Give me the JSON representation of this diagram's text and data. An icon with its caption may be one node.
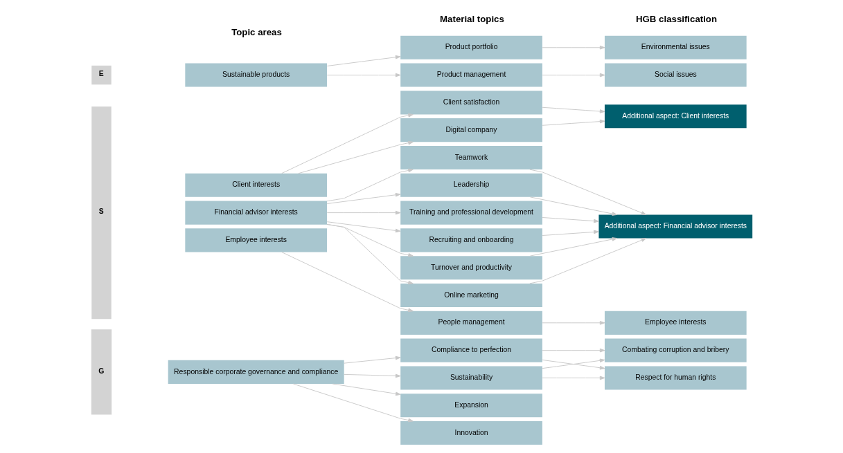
{
  "diagram": {
    "nodes": [
      {
        "text": [
          "E"
        ]
      },
      {
        "text": [
          "S"
        ]
      },
      {
        "text": [
          "G"
        ]
      },
      {
        "text": [
          "Sustainable products"
        ]
      },
      {
        "text": [
          "Client interests"
        ]
      },
      {
        "text": [
          "Financial advisor interests"
        ]
      },
      {
        "text": [
          "Employee interests"
        ]
      },
      {
        "text": [
          "Responsible corporate governance and compliance"
        ]
      },
      {
        "text": [
          "Product portfolio"
        ]
      },
      {
        "text": [
          "Product management"
        ]
      },
      {
        "text": [
          "Client satisfaction"
        ]
      },
      {
        "text": [
          "Digital company"
        ]
      },
      {
        "text": [
          "Teamwork"
        ]
      },
      {
        "text": [
          "Leadership"
        ]
      },
      {
        "text": [
          "Training and professional development"
        ]
      },
      {
        "text": [
          "Recruiting and onboarding"
        ]
      },
      {
        "text": [
          "Turnover and productivity"
        ]
      },
      {
        "text": [
          "Online marketing"
        ]
      },
      {
        "text": [
          "People management"
        ]
      },
      {
        "text": [
          "Compliance to perfection"
        ]
      },
      {
        "text": [
          "Sustainability"
        ]
      },
      {
        "text": [
          "Expansion"
        ]
      },
      {
        "text": [
          "Innovation"
        ]
      },
      {
        "text": [
          "Environmental issues"
        ]
      },
      {
        "text": [
          "Social issues"
        ]
      },
      {
        "text": [
          "Additional aspect: Client interests"
        ]
      },
      {
        "text": [
          "Additional aspect: Financial advisor interests"
        ]
      },
      {
        "text": [
          "Employee interests"
        ]
      },
      {
        "text": [
          "Combating corruption and bribery"
        ]
      },
      {
        "text": [
          "Respect for human rights"
        ]
      }
    ],
    "edges": [
      {
        "from": 3,
        "to": 8,
        "arrow": "to"
      },
      {
        "from": 3,
        "to": 9,
        "arrow": "to"
      },
      {
        "from": 4,
        "to": 10,
        "arrow": "to"
      },
      {
        "from": 4,
        "to": 11,
        "arrow": "to"
      },
      {
        "from": 5,
        "to": 12,
        "arrow": "to"
      },
      {
        "from": 5,
        "to": 13,
        "arrow": "to"
      },
      {
        "from": 5,
        "to": 14,
        "arrow": "to"
      },
      {
        "from": 5,
        "to": 15,
        "arrow": "to"
      },
      {
        "from": 5,
        "to": 16,
        "arrow": "to"
      },
      {
        "from": 5,
        "to": 17,
        "arrow": "to"
      },
      {
        "from": 6,
        "to": 18,
        "arrow": "to"
      },
      {
        "from": 7,
        "to": 19,
        "arrow": "to"
      },
      {
        "from": 7,
        "to": 20,
        "arrow": "to"
      },
      {
        "from": 7,
        "to": 21,
        "arrow": "to"
      },
      {
        "from": 7,
        "to": 22,
        "arrow": "to"
      },
      {
        "from": 8,
        "to": 23,
        "arrow": "to"
      },
      {
        "from": 9,
        "to": 24,
        "arrow": "to"
      },
      {
        "from": 10,
        "to": 25,
        "arrow": "to"
      },
      {
        "from": 11,
        "to": 25,
        "arrow": "to"
      },
      {
        "from": 12,
        "to": 26,
        "arrow": "to"
      },
      {
        "from": 13,
        "to": 26,
        "arrow": "to"
      },
      {
        "from": 14,
        "to": 26,
        "arrow": "to"
      },
      {
        "from": 15,
        "to": 26,
        "arrow": "to"
      },
      {
        "from": 16,
        "to": 26,
        "arrow": "to"
      },
      {
        "from": 17,
        "to": 26,
        "arrow": "to"
      },
      {
        "from": 18,
        "to": 27,
        "arrow": "to"
      },
      {
        "from": 19,
        "to": 28,
        "arrow": "to"
      },
      {
        "from": 19,
        "to": 29,
        "arrow": "to"
      },
      {
        "from": 20,
        "to": 28,
        "arrow": "to"
      },
      {
        "from": 20,
        "to": 29,
        "arrow": "to"
      }
    ],
    "labels": [
      "Topic areas",
      "Material topics",
      "HGB classification"
    ]
  }
}
